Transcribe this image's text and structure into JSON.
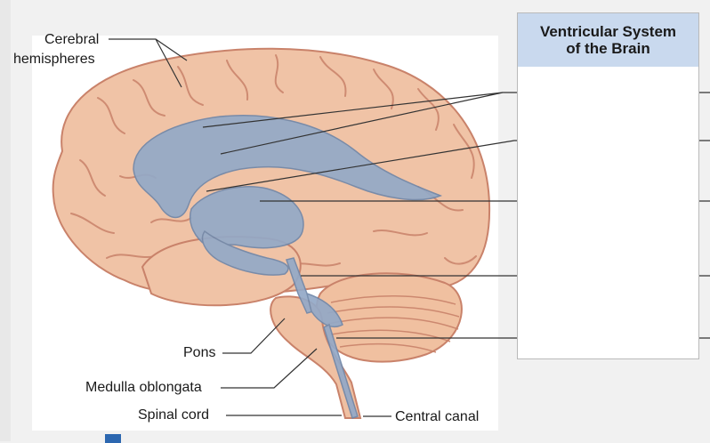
{
  "figure": {
    "labels": {
      "cerebral": "Cerebral",
      "hemispheres": "hemispheres",
      "pons": "Pons",
      "medulla": "Medulla oblongata",
      "spinal_cord": "Spinal cord",
      "central_canal": "Central canal"
    }
  },
  "answer_box": {
    "title_line1": "Ventricular System",
    "title_line2": "of the Brain"
  },
  "colors": {
    "brain": "#f0c3a6",
    "brain_fold": "#c9826a",
    "ventricles": "#93a9c7",
    "header": "#c9d9ee",
    "caption_icon": "#2c67b0"
  }
}
